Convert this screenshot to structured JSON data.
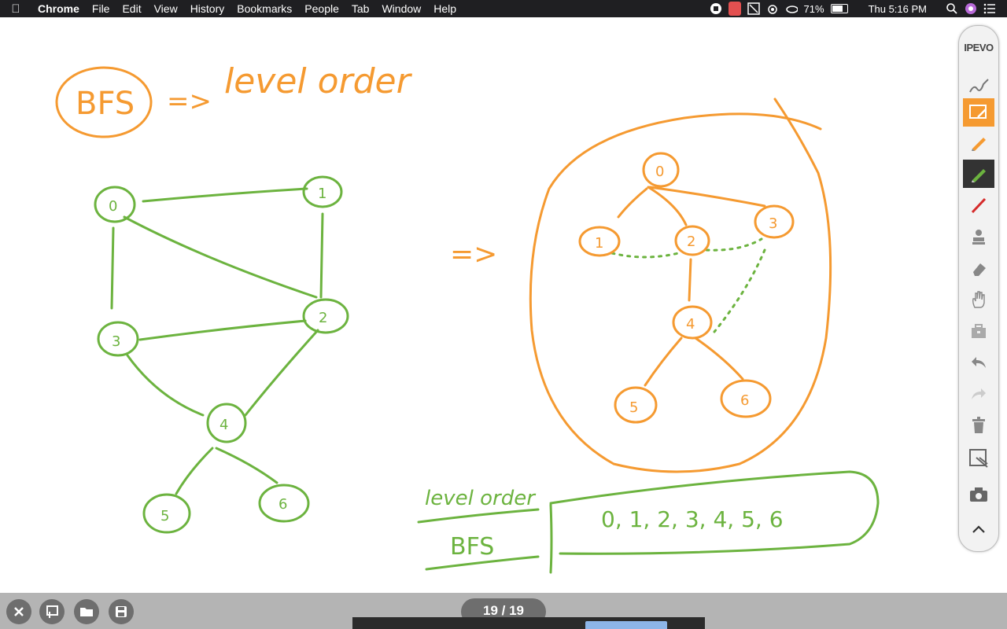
{
  "menubar": {
    "app_name": "Chrome",
    "menus": [
      "File",
      "Edit",
      "View",
      "History",
      "Bookmarks",
      "People",
      "Tab",
      "Window",
      "Help"
    ],
    "battery": "71%",
    "clock": "Thu 5:16 PM"
  },
  "whiteboard": {
    "heading_left": "BFS",
    "heading_arrow": "=>",
    "heading_right": "level order",
    "left_graph_nodes": [
      "0",
      "1",
      "2",
      "3",
      "4",
      "5",
      "6"
    ],
    "mid_arrow": "=>",
    "tree_nodes": [
      "0",
      "1",
      "2",
      "3",
      "4",
      "5",
      "6"
    ],
    "bottom_label_top": "level order",
    "bottom_label_bottom": "BFS",
    "result_sequence": "0, 1, 2, 3, 4, 5, 6"
  },
  "toolbar": {
    "brand": "IPEVO",
    "tools": [
      "ink-style-icon",
      "screen-annotate-icon",
      "orange-pen-icon",
      "green-pen-icon",
      "red-pen-icon",
      "stamp-icon",
      "eraser-icon",
      "hand-icon",
      "toolbox-icon",
      "undo-icon",
      "redo-icon",
      "trash-icon",
      "snapshot-icon",
      "camera-icon",
      "collapse-icon"
    ]
  },
  "bottombar": {
    "page_indicator": "19 / 19"
  },
  "colors": {
    "orange_ink": "#f59a31",
    "green_ink": "#6cb33f"
  }
}
